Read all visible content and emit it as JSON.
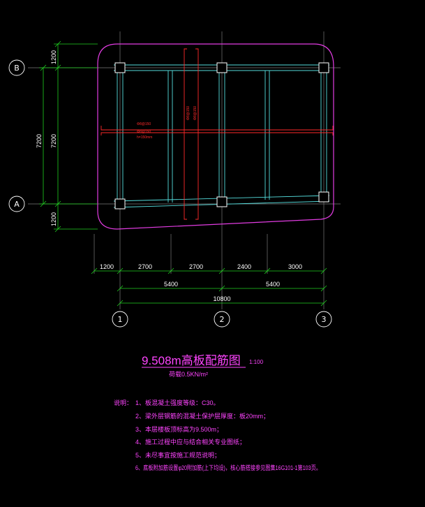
{
  "axes": {
    "rows": [
      "B",
      "A"
    ],
    "cols": [
      "1",
      "2",
      "3"
    ]
  },
  "dims": {
    "left_outer": "7200",
    "left_top": "1200",
    "left_mid": "7200",
    "left_bot": "1200",
    "top_overhang": "1200",
    "bottom_spans": [
      "1200",
      "2700",
      "2700",
      "2400",
      "3000"
    ],
    "bays": [
      "5400",
      "5400"
    ],
    "total": "10800"
  },
  "rebar": {
    "horiz1": "Φ8@150",
    "horiz2": "Φ8@150",
    "horiz3": "h=150mm",
    "vert1": "Φ8@150",
    "vert2": "Φ8@150"
  },
  "title": {
    "main": "9.508m高板配筋图",
    "scale": "1:100",
    "load": "荷载0.5KN/m²"
  },
  "notes": {
    "label": "说明：",
    "items": [
      "1、板混凝土强度等级：C30。",
      "2、梁外层钢筋的混凝土保护层厚度：板20mm；",
      "3、本层楼板顶标高为9.500m；",
      "4、施工过程中应与结合相关专业图纸；",
      "5、未尽事宜按施工规范说明；",
      "6、底板附加筋设置φ20附加筋(上下均设)，核心筋搭接参见图集16G101-1第103页。"
    ]
  },
  "colors": {
    "grid": "#7a7a7a",
    "dim": "#1fd11f",
    "beam": "#55dddd",
    "slab": "#e23ce2",
    "rebar": "#ff2a2a",
    "text": "#ffffff"
  }
}
